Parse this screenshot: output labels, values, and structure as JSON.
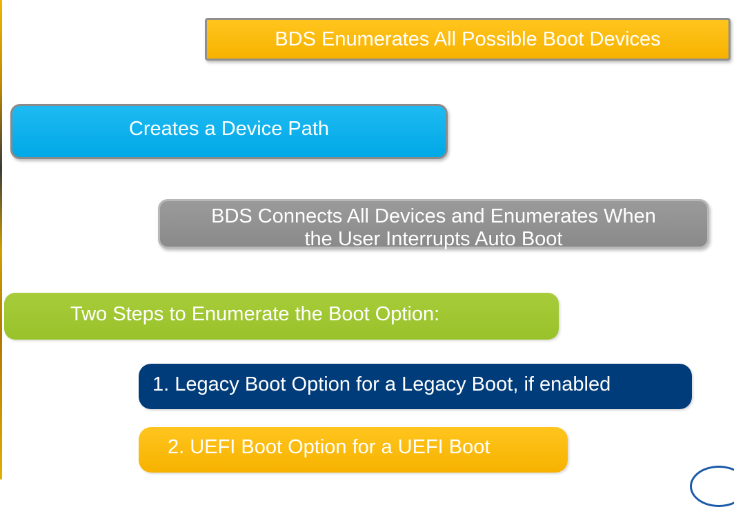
{
  "boxes": {
    "enumerate_all": "BDS Enumerates All Possible Boot Devices",
    "device_path": "Creates a Device Path",
    "connect_all_line1": "BDS Connects All Devices and Enumerates When",
    "connect_all_line2": "the User Interrupts Auto Boot",
    "two_steps": "Two Steps to Enumerate the Boot Option:",
    "legacy_option": "1. Legacy Boot Option for a Legacy Boot, if enabled",
    "uefi_option": "2. UEFI Boot Option for a UEFI Boot"
  },
  "colors": {
    "orange": "#f7b200",
    "cyan": "#00a8e6",
    "gray": "#8a8a8a",
    "green": "#98c22a",
    "navy": "#003b7a",
    "logo_blue": "#1b5aa8"
  }
}
